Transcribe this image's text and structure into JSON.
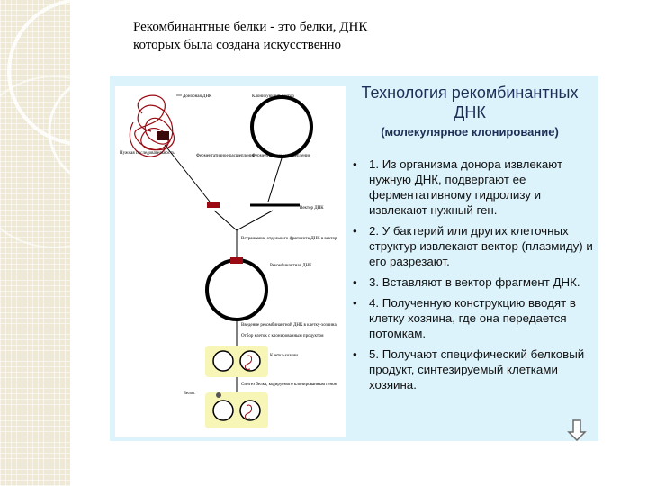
{
  "heading": {
    "line1": "Рекомбинантные белки - это белки, ДНК",
    "line2": "которых была создана искусственно"
  },
  "slide": {
    "title": "Технология рекомбинантных ДНК",
    "subtitle": "(молекулярное клонирование)",
    "bullet_symbol": "•",
    "steps": [
      "1. Из организма донора извлекают нужную ДНК, подвергают ее ферментативному гидролизу и извлекают нужный ген.",
      "2. У бактерий или других клеточных структур извлекают вектор (плазмиду) и его разрезают.",
      "3. Вставляют в вектор фрагмент ДНК.",
      "4. Полученную конструкцию вводят в клетку хозяина, где она передается потомкам.",
      "5.  Получают специфический белковый продукт, синтезируемый клетками хозяина."
    ],
    "diagram_labels": {
      "donor_dna": "Донорная ДНК",
      "cloning_vector": "Клонирующий вектор",
      "gene_isolation": "Нужная последовательность",
      "enzyme_cut": "Ферментативное расщепление",
      "enzyme_cut2": "Ферментативное расщепление",
      "vector_dna": "Вектор ДНК",
      "insertion": "Встраивание отдельного фрагмента ДНК в вектор",
      "recombinant": "Рекомбинантная ДНК",
      "introduction": "Введение рекомбинантной ДНК в клетку-хозяина",
      "selection": "Отбор клеток с клонированным продуктом",
      "host_cell": "Клетка-хозяин",
      "protein": "Белок",
      "synthesis": "Синтез белка, кодируемого клонированным геном"
    },
    "accent_color": "#9b0a12",
    "bg_color": "#dcf3fb",
    "title_color": "#1e2f57",
    "icon": "down-arrow-icon"
  }
}
